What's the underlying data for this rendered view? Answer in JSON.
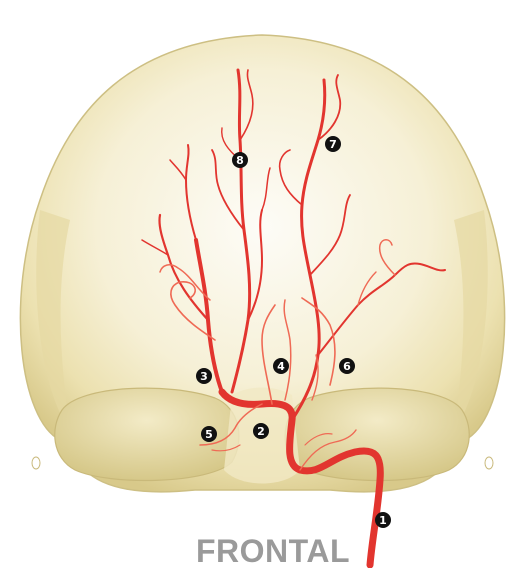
{
  "caption": "FRONTAL",
  "colors": {
    "artery": "#e2352f",
    "artery_light": "#ef6a55",
    "bone": "#ede3b6",
    "bone_shade": "#d9cc8f",
    "bone_highlight": "#fbfaf3",
    "marker_fill": "#111111",
    "caption": "#9a9a9a"
  },
  "markers": [
    {
      "id": "1",
      "label": "1"
    },
    {
      "id": "2",
      "label": "2"
    },
    {
      "id": "3",
      "label": "3"
    },
    {
      "id": "4",
      "label": "4"
    },
    {
      "id": "5",
      "label": "5"
    },
    {
      "id": "6",
      "label": "6"
    },
    {
      "id": "7",
      "label": "7"
    },
    {
      "id": "8",
      "label": "8"
    }
  ]
}
